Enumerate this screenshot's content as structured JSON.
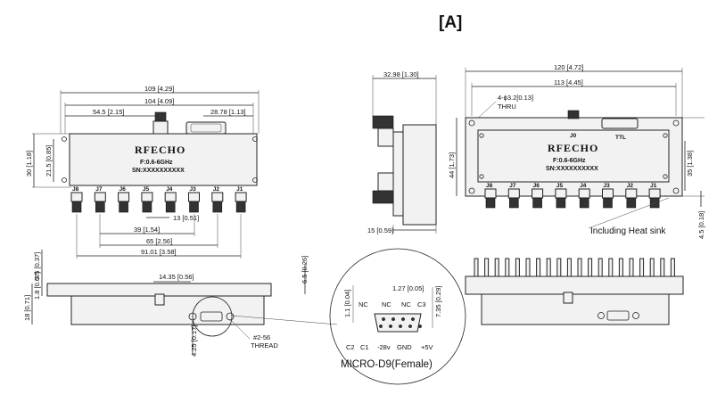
{
  "title": "[A]",
  "front_view": {
    "brand": "RFECHO",
    "freq": "F:0.6-6GHz",
    "serial": "SN:XXXXXXXXXX",
    "ports": [
      "J8",
      "J7",
      "J6",
      "J5",
      "J4",
      "J3",
      "J2",
      "J1"
    ],
    "dims": {
      "overall_width": "109 [4.29]",
      "inner_width": "104 [4.09]",
      "center_offset": "54.5 [2.15]",
      "connector_offset": "28.78 [1.13]",
      "height": "30 [1.18]",
      "inner_height": "21.5 [0.85]",
      "pitch": "13 [0.51]",
      "span_39": "39 [1.54]",
      "span_65": "65 [2.56]",
      "span_91": "91.01 [3.58]"
    }
  },
  "side_view": {
    "depth": "32.98 [1.30]",
    "base": "15 [0.59]"
  },
  "heatsink_front": {
    "brand": "RFECHO",
    "freq": "F:0.6-6GHz",
    "serial": "SN:XXXXXXXXXX",
    "j0": "J0",
    "ttl": "TTL",
    "ports": [
      "J8",
      "J7",
      "J6",
      "J5",
      "J4",
      "J3",
      "J2",
      "J1"
    ],
    "dims": {
      "overall_width": "120 [4.72]",
      "hole_spacing": "113 [4.45]",
      "holes": "4-ϕ3.2[0.13]",
      "thru": "THRU",
      "height": "44 [1.73]",
      "hole_height": "35 [1.38]",
      "hole_offset": "4.5 [0.18]"
    },
    "note": "Including Heat sink"
  },
  "bottom_view": {
    "dims": {
      "left_total": "9.5 [0.37]",
      "left_small": "1.8 [0.07]",
      "left_inner": "18 [0.71]",
      "connector": "14.35 [0.56]",
      "right_small": "6.5 [0.26]",
      "bottom": "4.25 [0.17]"
    },
    "thread": "#2-56",
    "thread2": "THREAD"
  },
  "detail": {
    "h1": "1.1 [0.04]",
    "w1": "1.27 [0.05]",
    "h2": "7.35 [0.29]",
    "top_pins": [
      "NC",
      "NC",
      "NC",
      "C3"
    ],
    "bottom_pins": [
      "C2",
      "C1",
      "-28v",
      "GND",
      "+5V"
    ],
    "label": "MICRO-D9(Female)"
  }
}
